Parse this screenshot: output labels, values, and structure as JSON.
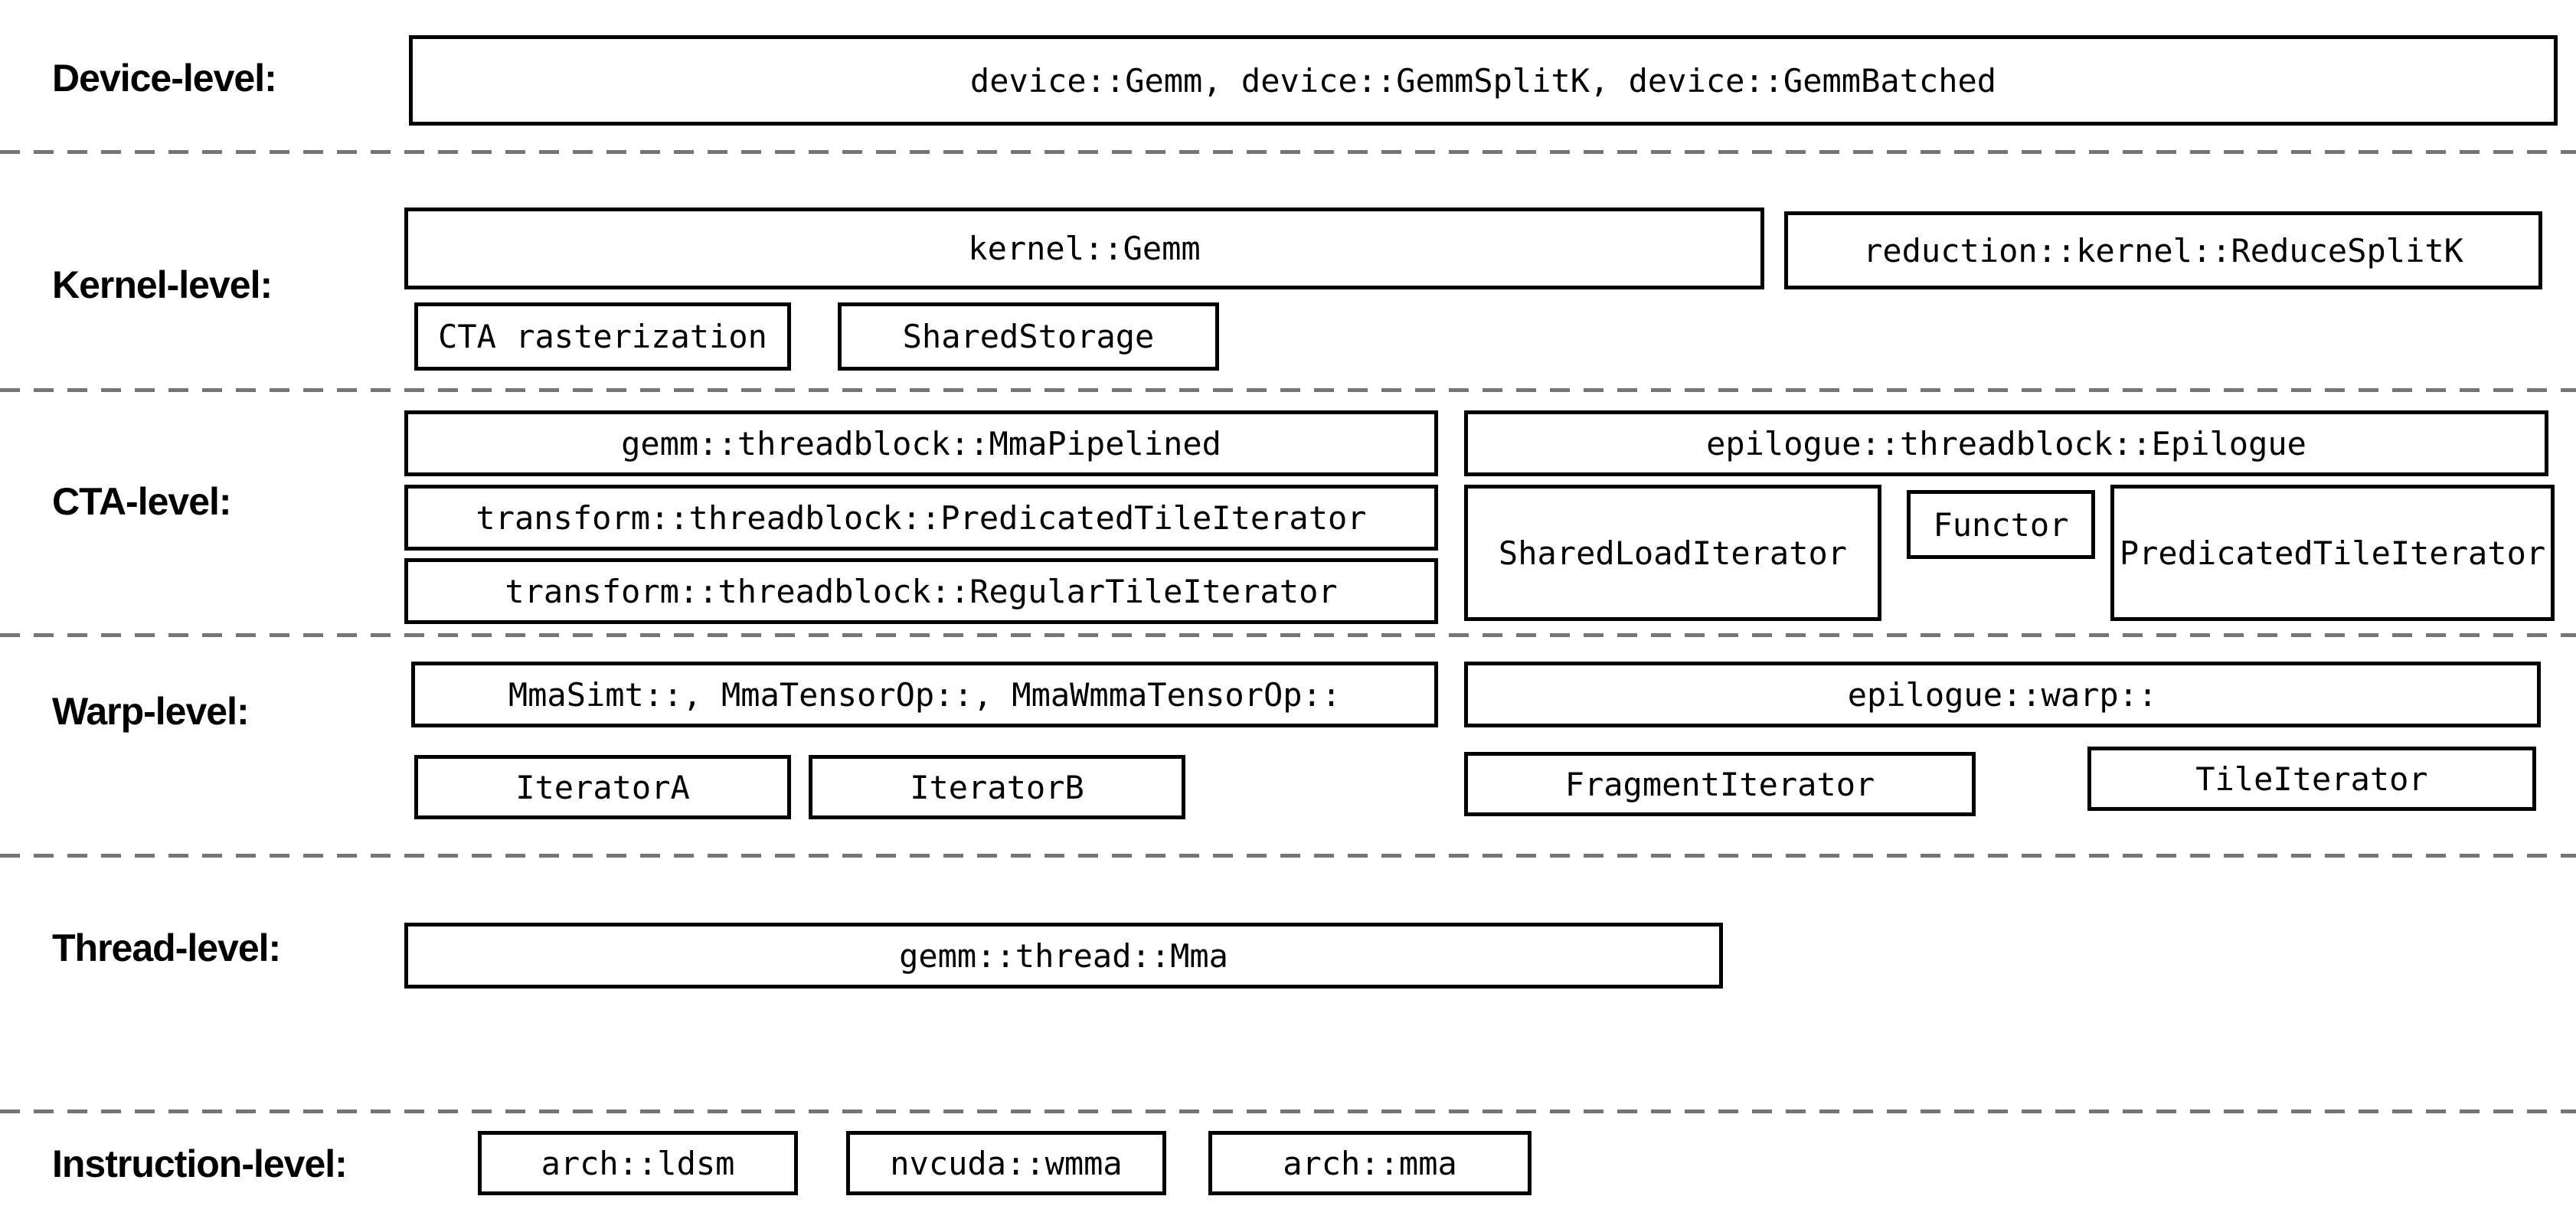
{
  "colors": {
    "background": "#ffffff",
    "box_border": "#000000",
    "text": "#000000",
    "separator": "#757575"
  },
  "levels": {
    "device": {
      "label": "Device-level:",
      "main_box": "device::Gemm, device::GemmSplitK, device::GemmBatched"
    },
    "kernel": {
      "label": "Kernel-level:",
      "gemm_box": "kernel::Gemm",
      "reduce_box": "reduction::kernel::ReduceSplitK",
      "cta_raster_box": "CTA rasterization",
      "shared_storage_box": "SharedStorage"
    },
    "cta": {
      "label": "CTA-level:",
      "mma_pipelined_box": "gemm::threadblock::MmaPipelined",
      "predicated_tile_iterator_box": "transform::threadblock::PredicatedTileIterator",
      "regular_tile_iterator_box": "transform::threadblock::RegularTileIterator",
      "epilogue_box": "epilogue::threadblock::Epilogue",
      "shared_load_iterator_box": "SharedLoadIterator",
      "functor_box": "Functor",
      "predicated_tile_iterator_right_box": "PredicatedTileIterator"
    },
    "warp": {
      "label": "Warp-level:",
      "mma_box": "MmaSimt::, MmaTensorOp::, MmaWmmaTensorOp::",
      "epilogue_box": "epilogue::warp::",
      "iterator_a_box": "IteratorA",
      "iterator_b_box": "IteratorB",
      "fragment_iterator_box": "FragmentIterator",
      "tile_iterator_box": "TileIterator"
    },
    "thread": {
      "label": "Thread-level:",
      "main_box": "gemm::thread::Mma"
    },
    "instruction": {
      "label": "Instruction-level:",
      "ldsm_box": "arch::ldsm",
      "wmma_box": "nvcuda::wmma",
      "mma_box": "arch::mma"
    }
  }
}
